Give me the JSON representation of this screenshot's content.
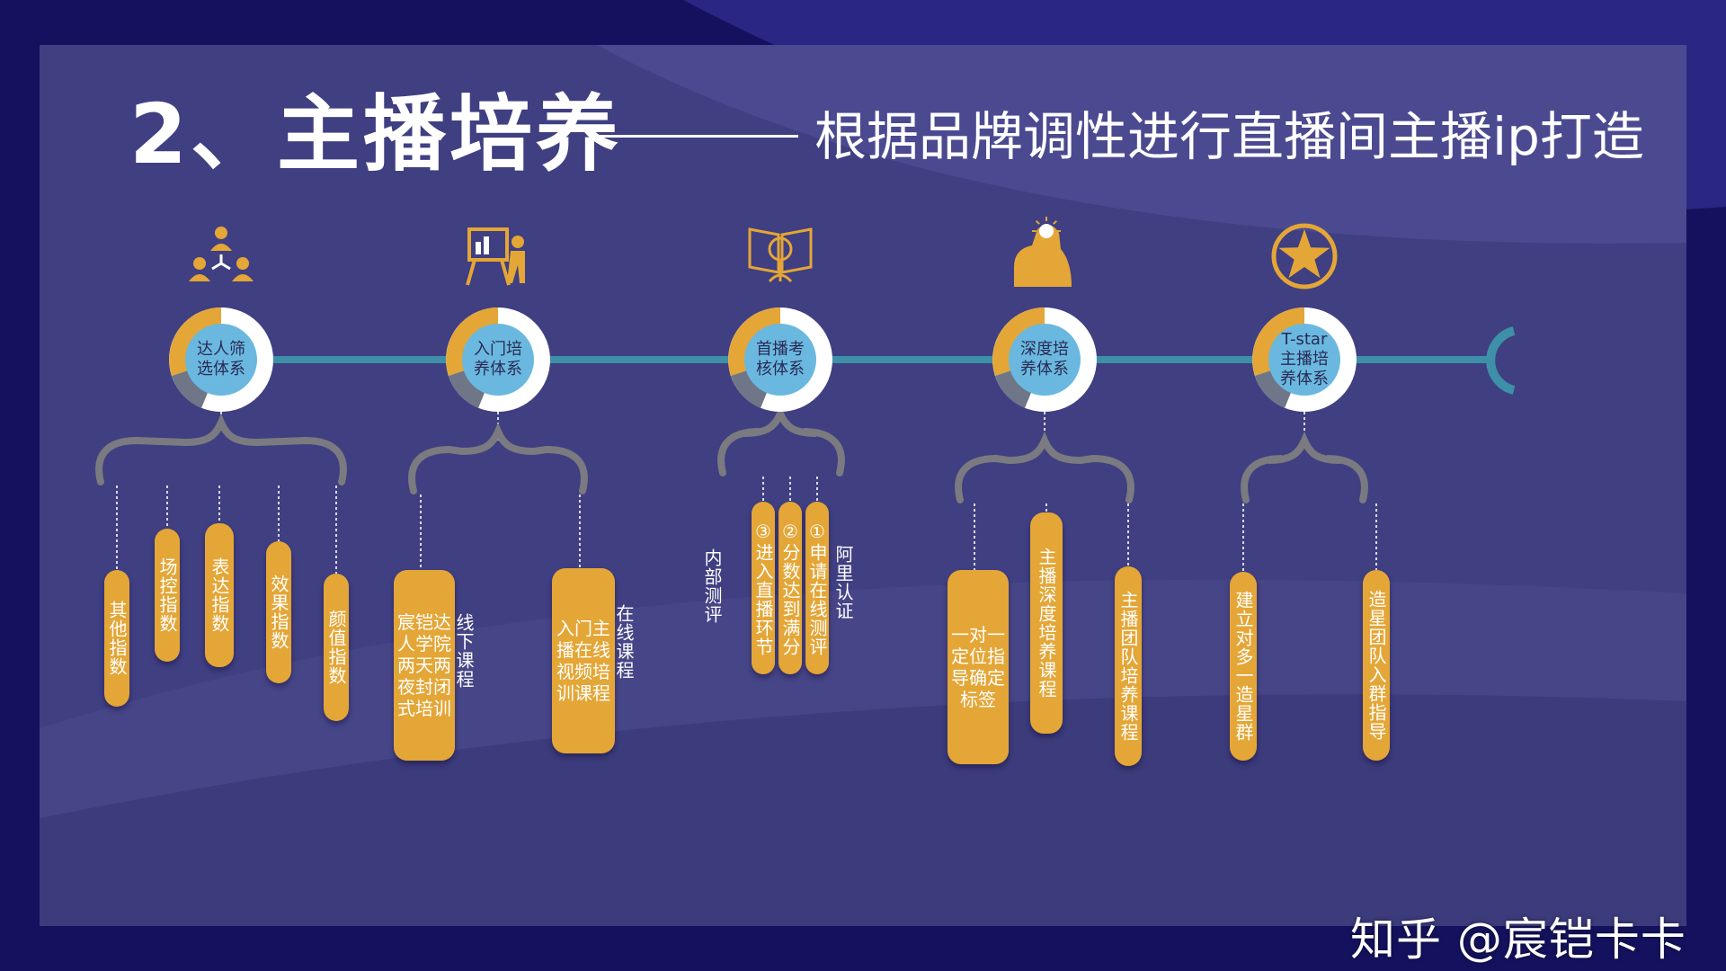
{
  "title": {
    "main": "2、主播培养",
    "subtitle": "根据品牌调性进行直播间主播ip打造"
  },
  "colors": {
    "accent_gold": "#e4a636",
    "line_teal": "#3e8fa8",
    "node_blue": "#6ab8df",
    "bracket_gray": "#7a7a80",
    "slide_bg": "#3f3f82"
  },
  "nodes": [
    {
      "icon": "team-icon",
      "label": [
        "达人筛",
        "选体系"
      ],
      "pills": [
        "其他指数",
        "场控指数",
        "表达指数",
        "效果指数",
        "颜值指数"
      ],
      "side_labels": []
    },
    {
      "icon": "presentation-icon",
      "label": [
        "入门培",
        "养体系"
      ],
      "pills": [
        "宸铠达人学院两天两夜封闭式培训",
        "入门主播在线视频培训课程"
      ],
      "side_labels": [
        "线下课程",
        "在线课程"
      ]
    },
    {
      "icon": "certificate-book-icon",
      "label": [
        "首播考",
        "核体系"
      ],
      "pills": [
        "①申请在线测评",
        "②分数达到满分",
        "③进入直播环节"
      ],
      "side_labels": [
        "内部测评",
        "阿里认证"
      ]
    },
    {
      "icon": "idea-person-icon",
      "label": [
        "深度培",
        "养体系"
      ],
      "pills": [
        "一对一定位指导确定标签",
        "主播深度培养课程",
        "主播团队培养课程"
      ],
      "side_labels": []
    },
    {
      "icon": "star-icon",
      "label": [
        "T-star",
        "主播培",
        "养体系"
      ],
      "pills": [
        "建立对多一造星群",
        "造星团队入群指导"
      ],
      "side_labels": []
    }
  ],
  "watermark": "知乎 @宸铠卡卡"
}
